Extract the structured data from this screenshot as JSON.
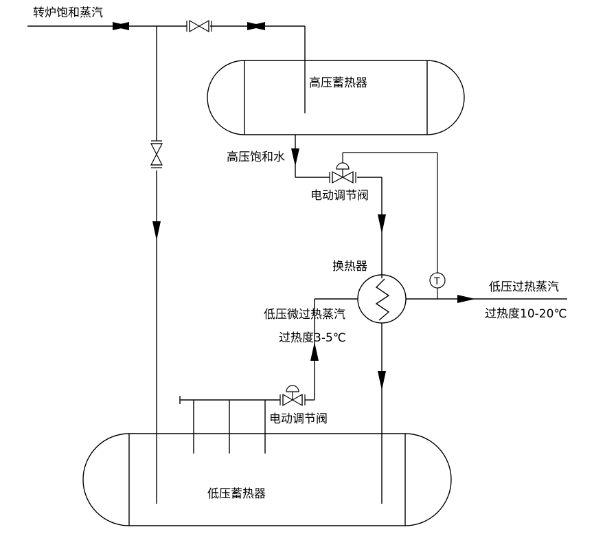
{
  "labels": {
    "boiler_steam": "转炉饱和蒸汽",
    "hp_accumulator": "高压蓄热器",
    "hp_saturated_water": "高压饱和水",
    "hp_control_valve": "电动调节阀",
    "heat_exchanger": "换热器",
    "lp_superheated_steam": "低压过热蒸汽",
    "lp_superheat_degree": "过热度10-20℃",
    "lp_slight_superheated_steam": "低压微过热蒸汽",
    "lp_slight_superheat_degree": "过热度3-5℃",
    "lp_control_valve": "电动调节阀",
    "lp_accumulator": "低压蓄热器",
    "temperature_sensor": "T"
  }
}
